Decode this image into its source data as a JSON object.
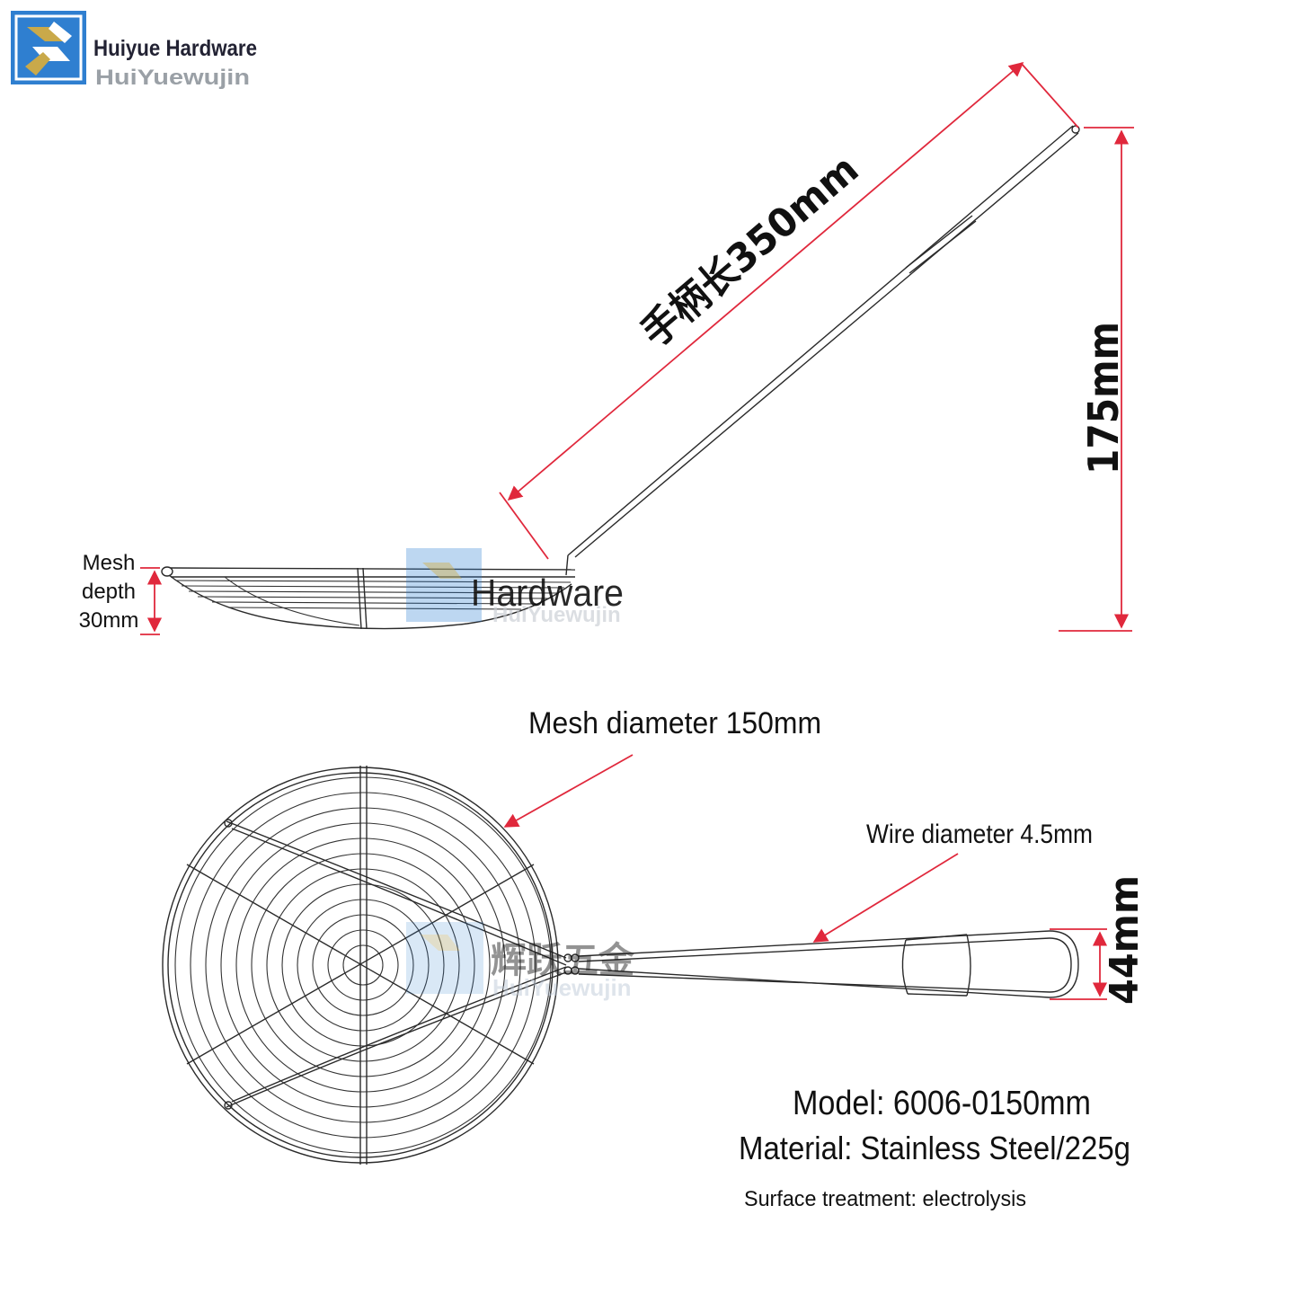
{
  "brand": {
    "name": "Huiyue Hardware",
    "pinyin": "HuiYuewujin"
  },
  "watermarks": {
    "center_text": "Hardware",
    "center_pinyin": "HuiYuewujin",
    "lower_text": "辉跃五金",
    "lower_pinyin": "HuiYuewujin"
  },
  "dimensions": {
    "handle_length": "手柄长350mm",
    "height": "175mm",
    "mesh_depth_lines": [
      "Mesh",
      "depth",
      "30mm"
    ],
    "mesh_diameter": "Mesh diameter 150mm",
    "wire_diameter": "Wire diameter 4.5mm",
    "handle_width": "44mm"
  },
  "specs": {
    "model": "Model: 6006-0150mm",
    "material": "Material: Stainless Steel/225g",
    "surface": "Surface treatment: electrolysis"
  },
  "colors": {
    "dimension_line": "#e0283c",
    "logo_blue": "#2f7fd0",
    "logo_gold": "#c9a94a",
    "drawing": "#2a2a2a"
  },
  "icons": {
    "logo": "huiyue-logo-icon"
  }
}
